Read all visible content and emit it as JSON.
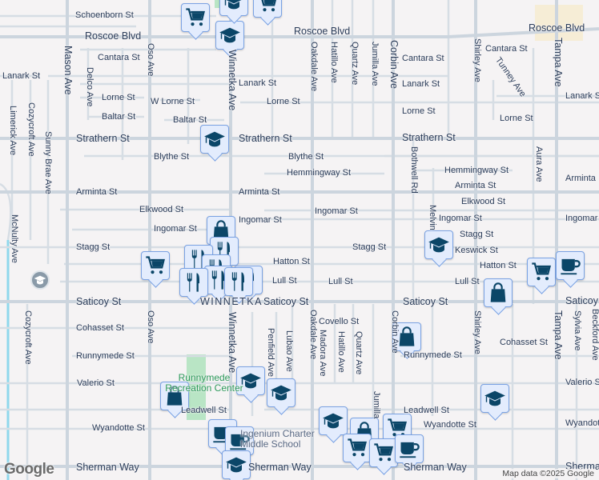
{
  "map": {
    "attribution": "Map data ©2025 Google",
    "logo": "Google",
    "colors": {
      "road": "#d3dbe3",
      "arterial": "#c9d3dc",
      "background": "#f5f3f4",
      "park": "#b9e5c5",
      "marker_fill": "#e3ecfd",
      "marker_border": "#7aa2e3",
      "icon": "#0b4668",
      "water": "#8fd8ec"
    },
    "street_labels": [
      "Schoenborn St",
      "Roscoe Blvd",
      "Roscoe Blvd",
      "Roscoe Blvd",
      "Cantara St",
      "Cantara St",
      "Cantara St",
      "Lanark St",
      "Lanark St",
      "Lanark St",
      "Lanark St",
      "Lorne St",
      "W Lorne St",
      "Lorne St",
      "Lorne St",
      "Lorne St",
      "Baltar St",
      "Baltar St",
      "Strathern St",
      "Strathern St",
      "Strathern St",
      "Blythe St",
      "Blythe St",
      "Hemmingway St",
      "Hemmingway St",
      "Arminta St",
      "Arminta St",
      "Arminta St",
      "Arminta",
      "Elkwood St",
      "Elkwood St",
      "Ingomar St",
      "Ingomar St",
      "Ingomar St",
      "Ingomar St",
      "Ingomar",
      "Stagg St",
      "Stagg St",
      "Stagg St",
      "Keswick St",
      "Hatton St",
      "Hatton St",
      "Lull St",
      "Lull St",
      "Lull St",
      "Saticoy St",
      "Saticoy St",
      "Saticoy St",
      "Saticoy",
      "Cohasset St",
      "Cohasset St",
      "Covello St",
      "Runnymede St",
      "Runnymede St",
      "Valerio St",
      "Valerio S",
      "Leadwell St",
      "Leadwell St",
      "Wyandotte St",
      "Wyandotte St",
      "Wyandot",
      "Sherman Way",
      "Sherman Way",
      "Sherman Way",
      "Sherman Way",
      "Mason Ave",
      "Oso Ave",
      "Oso Ave",
      "Winnetka Ave",
      "Winnetka Ave",
      "Delco Ave",
      "Limerick Ave",
      "Cozycroft Ave",
      "Sunny Brae Ave",
      "McNulty Ave",
      "Cozycroft Ave",
      "Oakdale Ave",
      "Hatillo Ave",
      "Quartz Ave",
      "Jumilla Ave",
      "Corbin Ave",
      "Shirley Ave",
      "Tunney Ave",
      "Tampa Ave",
      "Bothwell Rd",
      "Aura Ave",
      "Melvin",
      "Oakdale Ave",
      "Madora Ave",
      "Hatillo Ave",
      "Quartz Ave",
      "Penfield Ave",
      "Lubao Ave",
      "Jumilla",
      "Corbin Ave",
      "Shirley Ave",
      "Tampa Ave",
      "Sylvia Ave",
      "Beckford Ave",
      "WINNETKA"
    ],
    "places": {
      "park": "Runnymede Recreation Center",
      "school": "Ingenium Charter Middle School"
    },
    "markers": [
      {
        "type": "shopping-cart"
      },
      {
        "type": "school"
      },
      {
        "type": "school"
      },
      {
        "type": "shopping-cart"
      },
      {
        "type": "school"
      },
      {
        "type": "shopping-bag"
      },
      {
        "type": "shopping-cart"
      },
      {
        "type": "restaurant"
      },
      {
        "type": "restaurant"
      },
      {
        "type": "restaurant"
      },
      {
        "type": "restaurant"
      },
      {
        "type": "restaurant"
      },
      {
        "type": "restaurant"
      },
      {
        "type": "school-gray"
      },
      {
        "type": "school"
      },
      {
        "type": "shopping-cart"
      },
      {
        "type": "coffee-cup"
      },
      {
        "type": "shopping-bag"
      },
      {
        "type": "shopping-bag"
      },
      {
        "type": "school"
      },
      {
        "type": "shopping-bag"
      },
      {
        "type": "school"
      },
      {
        "type": "school"
      },
      {
        "type": "coffee-cup"
      },
      {
        "type": "coffee-cup"
      },
      {
        "type": "school"
      },
      {
        "type": "school"
      },
      {
        "type": "shopping-bag"
      },
      {
        "type": "shopping-cart"
      },
      {
        "type": "shopping-cart"
      },
      {
        "type": "shopping-cart"
      },
      {
        "type": "coffee-cup"
      }
    ]
  }
}
